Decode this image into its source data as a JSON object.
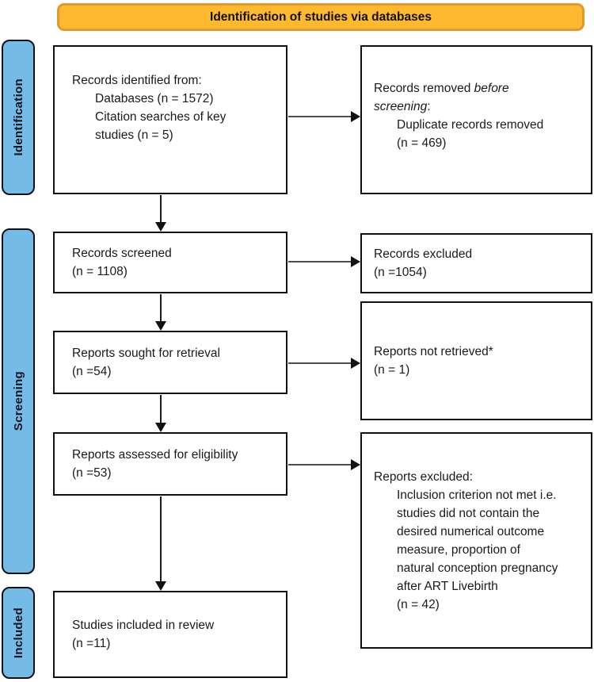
{
  "colors": {
    "banner_fill": "#FDB92F",
    "banner_border": "#E2992B",
    "stage_fill": "#74BBE7"
  },
  "header": {
    "title": "Identification of studies via databases"
  },
  "stages": {
    "identification": "Identification",
    "screening": "Screening",
    "included": "Included"
  },
  "flow": {
    "records_identified": {
      "line1": "Records identified from:",
      "line2": "Databases (n = 1572)",
      "line3": "Citation searches of key",
      "line4": "studies (n = 5)"
    },
    "records_removed": {
      "line1_normal": "Records removed ",
      "line1_italic": "before",
      "line2_italic": "screening",
      "line2_normal": ":",
      "line3": "Duplicate records removed",
      "line4": "(n = 469)"
    },
    "records_screened": {
      "line1": "Records screened",
      "line2": "(n = 1108)"
    },
    "records_excluded": {
      "line1": "Records excluded",
      "line2": "(n =1054)"
    },
    "reports_sought": {
      "line1": "Reports sought for retrieval",
      "line2": "(n =54)"
    },
    "reports_not_retrieved": {
      "line1": "Reports not retrieved*",
      "line2": "(n = 1)"
    },
    "reports_assessed": {
      "line1": "Reports assessed for eligibility",
      "line2": "(n =53)"
    },
    "reports_excluded": {
      "line1": "Reports excluded:",
      "line2": "Inclusion criterion not met i.e.",
      "line3": "studies did not contain the",
      "line4": "desired numerical outcome",
      "line5": "measure, proportion of",
      "line6": "natural conception pregnancy",
      "line7": "after ART Livebirth",
      "line8": "(n = 42)"
    },
    "studies_included": {
      "line1": "Studies included in review",
      "line2": "(n =11)"
    }
  }
}
